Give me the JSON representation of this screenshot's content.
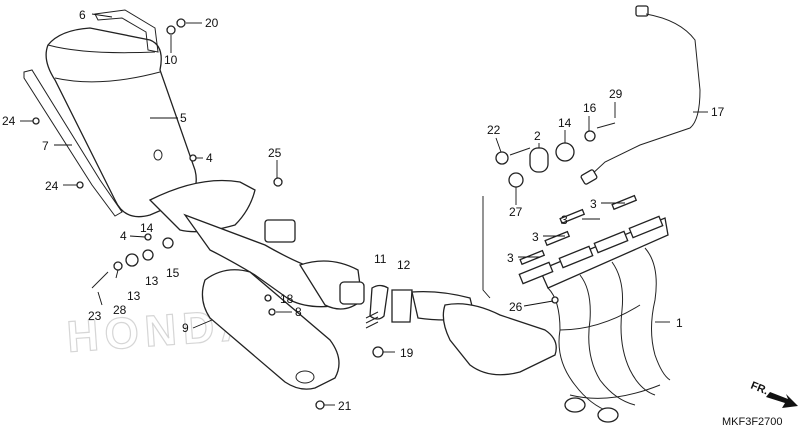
{
  "diagram": {
    "code": "MKF3F2700",
    "direction_label": "FR.",
    "watermark": "HONDA",
    "callouts": [
      {
        "id": "c6",
        "text": "6"
      },
      {
        "id": "c20",
        "text": "20"
      },
      {
        "id": "c10",
        "text": "10"
      },
      {
        "id": "c24a",
        "text": "24"
      },
      {
        "id": "c5",
        "text": "5"
      },
      {
        "id": "c7",
        "text": "7"
      },
      {
        "id": "c4a",
        "text": "4"
      },
      {
        "id": "c24b",
        "text": "24"
      },
      {
        "id": "c25",
        "text": "25"
      },
      {
        "id": "c4b",
        "text": "4"
      },
      {
        "id": "c14a",
        "text": "14"
      },
      {
        "id": "c15",
        "text": "15"
      },
      {
        "id": "c13a",
        "text": "13"
      },
      {
        "id": "c13b",
        "text": "13"
      },
      {
        "id": "c28",
        "text": "28"
      },
      {
        "id": "c23",
        "text": "23"
      },
      {
        "id": "c9",
        "text": "9"
      },
      {
        "id": "c18",
        "text": "18"
      },
      {
        "id": "c8",
        "text": "8"
      },
      {
        "id": "c21",
        "text": "21"
      },
      {
        "id": "c11",
        "text": "11"
      },
      {
        "id": "c12",
        "text": "12"
      },
      {
        "id": "c19",
        "text": "19"
      },
      {
        "id": "c22",
        "text": "22"
      },
      {
        "id": "c2",
        "text": "2"
      },
      {
        "id": "c14b",
        "text": "14"
      },
      {
        "id": "c16",
        "text": "16"
      },
      {
        "id": "c29",
        "text": "29"
      },
      {
        "id": "c17",
        "text": "17"
      },
      {
        "id": "c27",
        "text": "27"
      },
      {
        "id": "c3a",
        "text": "3"
      },
      {
        "id": "c3b",
        "text": "3"
      },
      {
        "id": "c3c",
        "text": "3"
      },
      {
        "id": "c3d",
        "text": "3"
      },
      {
        "id": "c26",
        "text": "26"
      },
      {
        "id": "c1",
        "text": "1"
      }
    ]
  }
}
